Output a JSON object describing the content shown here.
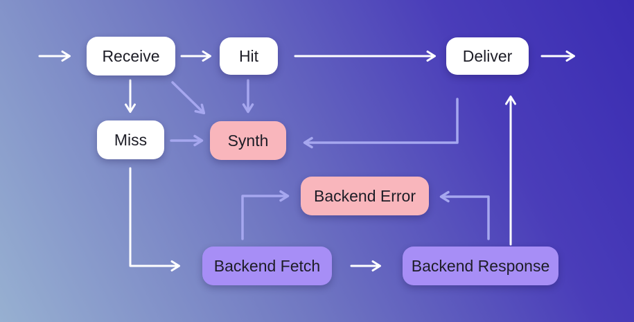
{
  "colors": {
    "bg_bottom_left": "#97b0d1",
    "bg_mid": "#7077c2",
    "bg_upper": "#4a3db9",
    "bg_top_right": "#3a2cb2",
    "node_white": "#ffffff",
    "node_pink": "#f9b6bc",
    "node_purple": "#a78ef6",
    "node_text": "#1d1d26",
    "arrow_white": "#ffffff",
    "arrow_purple": "#a6a7ef"
  },
  "nodes": {
    "receive": {
      "label": "Receive",
      "variant": "white"
    },
    "hit": {
      "label": "Hit",
      "variant": "white"
    },
    "deliver": {
      "label": "Deliver",
      "variant": "white"
    },
    "miss": {
      "label": "Miss",
      "variant": "white"
    },
    "synth": {
      "label": "Synth",
      "variant": "pink"
    },
    "backend_error": {
      "label": "Backend Error",
      "variant": "pink"
    },
    "backend_fetch": {
      "label": "Backend Fetch",
      "variant": "purple"
    },
    "backend_response": {
      "label": "Backend Response",
      "variant": "purple"
    }
  },
  "edges": [
    {
      "from": "entry",
      "to": "receive",
      "style": "white"
    },
    {
      "from": "receive",
      "to": "hit",
      "style": "white"
    },
    {
      "from": "hit",
      "to": "deliver",
      "style": "white"
    },
    {
      "from": "deliver",
      "to": "exit",
      "style": "white"
    },
    {
      "from": "receive",
      "to": "miss",
      "style": "white"
    },
    {
      "from": "receive",
      "to": "synth",
      "style": "purple"
    },
    {
      "from": "hit",
      "to": "synth",
      "style": "purple"
    },
    {
      "from": "miss",
      "to": "synth",
      "style": "purple"
    },
    {
      "from": "deliver",
      "to": "synth",
      "style": "purple"
    },
    {
      "from": "miss",
      "to": "backend_fetch",
      "style": "white"
    },
    {
      "from": "backend_fetch",
      "to": "backend_response",
      "style": "white"
    },
    {
      "from": "backend_fetch",
      "to": "backend_error",
      "style": "purple"
    },
    {
      "from": "backend_response",
      "to": "backend_error",
      "style": "purple"
    },
    {
      "from": "backend_response",
      "to": "deliver",
      "style": "white"
    }
  ]
}
